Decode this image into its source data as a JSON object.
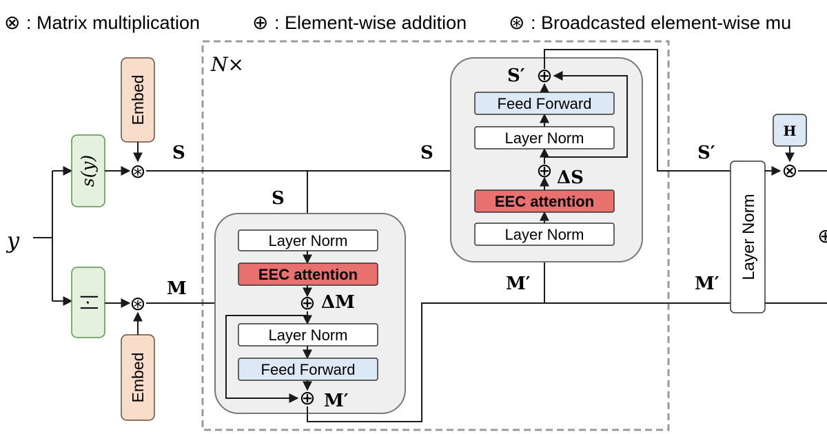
{
  "legend": {
    "matmul_symbol": "⊗",
    "matmul_text": ": Matrix multiplication",
    "add_symbol": "⊕",
    "add_text": ": Element-wise addition",
    "bmul_symbol": "⊛",
    "bmul_text": ": Broadcasted element-wise mu"
  },
  "input_label": "y",
  "s_func_label": "s(y)",
  "abs_label": "|·|",
  "embed_label": "Embed",
  "repeat_label": "N×",
  "signals": {
    "S": "S",
    "M": "M",
    "S_prime": "S′",
    "M_prime": "M′",
    "delta_M": "ΔM",
    "delta_S": "ΔS"
  },
  "blocks": {
    "layer_norm": "Layer Norm",
    "eec_attention": "EEC attention",
    "feed_forward": "Feed Forward"
  },
  "final_layer_norm": "Layer Norm",
  "H_label": "H",
  "colors": {
    "green_fill": "#e4f1de",
    "green_stroke": "#5a8f4a",
    "embed_fill": "#f8ddcb",
    "embed_stroke": "#6b4a3a",
    "red_fill": "#e8706e",
    "blue_fill": "#dde8f6",
    "block_bg": "#efefef",
    "dashed": "#9a9a9a"
  }
}
